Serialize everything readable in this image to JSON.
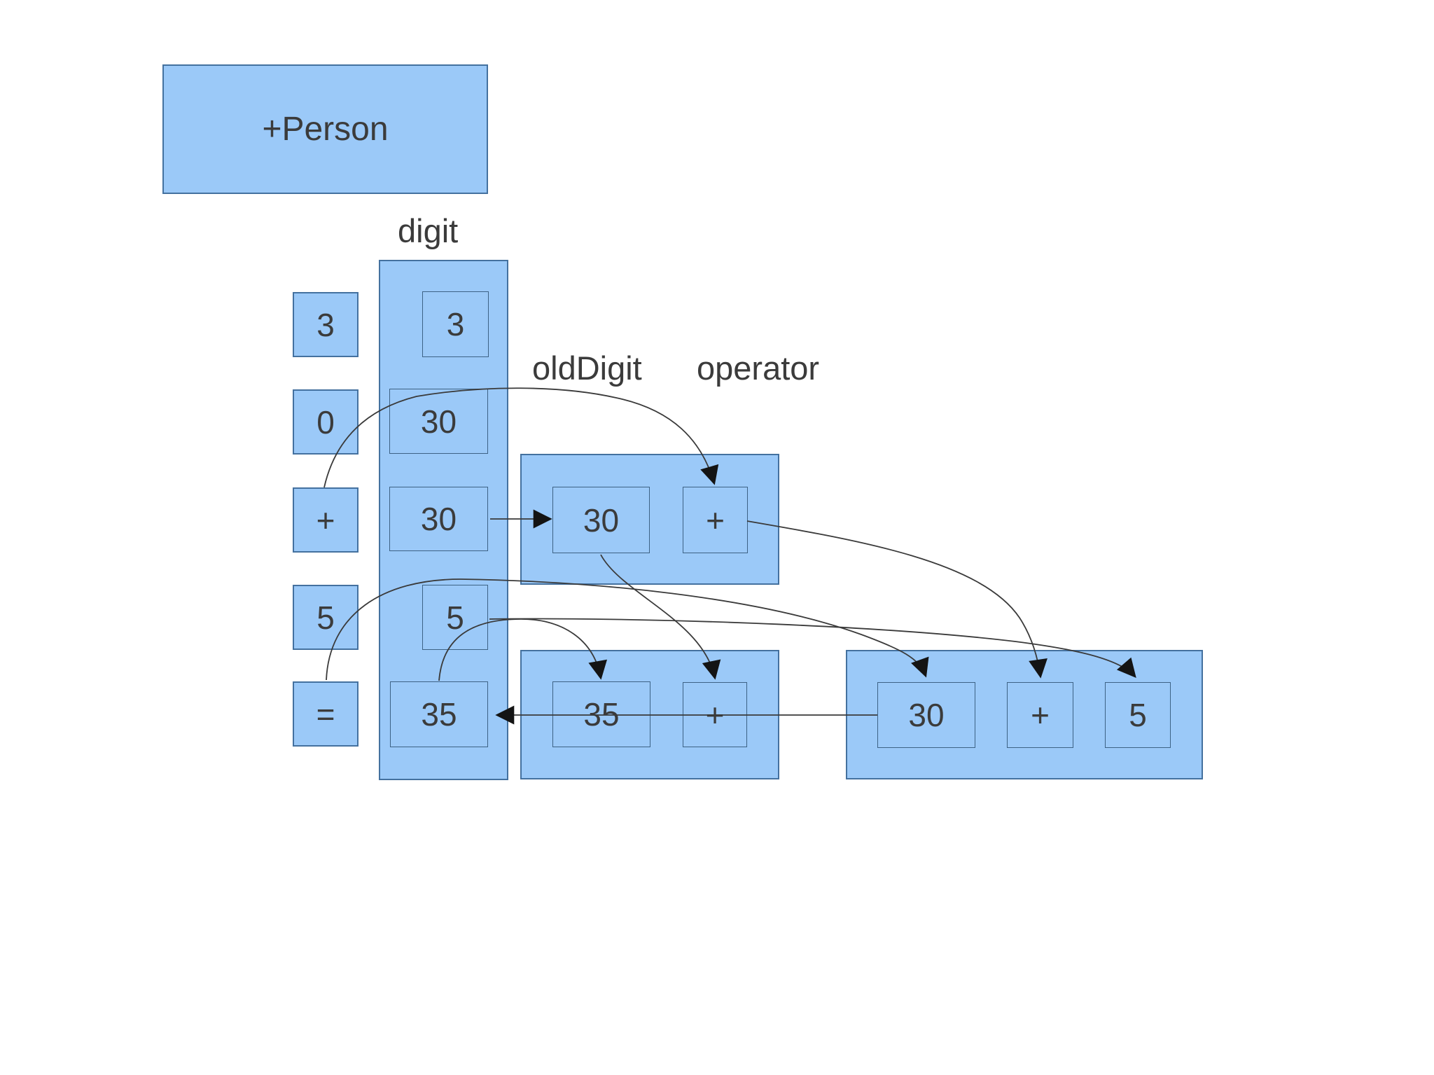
{
  "person": {
    "label": "+Person"
  },
  "labels": {
    "digit": "digit",
    "old_digit": "oldDigit",
    "operator": "operator"
  },
  "keys": [
    {
      "label": "3"
    },
    {
      "label": "0"
    },
    {
      "label": "+"
    },
    {
      "label": "5"
    },
    {
      "label": "="
    }
  ],
  "digit_column": {
    "cells": [
      {
        "value": "3"
      },
      {
        "value": "30"
      },
      {
        "value": "30"
      },
      {
        "value": "5"
      },
      {
        "value": "35"
      }
    ]
  },
  "old_digit_operator_group": {
    "cells": [
      {
        "value": "30"
      },
      {
        "value": "+"
      }
    ]
  },
  "new_state_group": {
    "cells": [
      {
        "value": "35"
      },
      {
        "value": "+"
      }
    ]
  },
  "calculation_group": {
    "cells": [
      {
        "value": "30"
      },
      {
        "value": "+"
      },
      {
        "value": "5"
      }
    ]
  },
  "colors": {
    "box_fill": "#9BC9F8",
    "box_border": "#44719f",
    "text": "#3b3b3b",
    "connector": "#3a3a3a",
    "arrowhead": "#141414",
    "background": "#ffffff"
  }
}
